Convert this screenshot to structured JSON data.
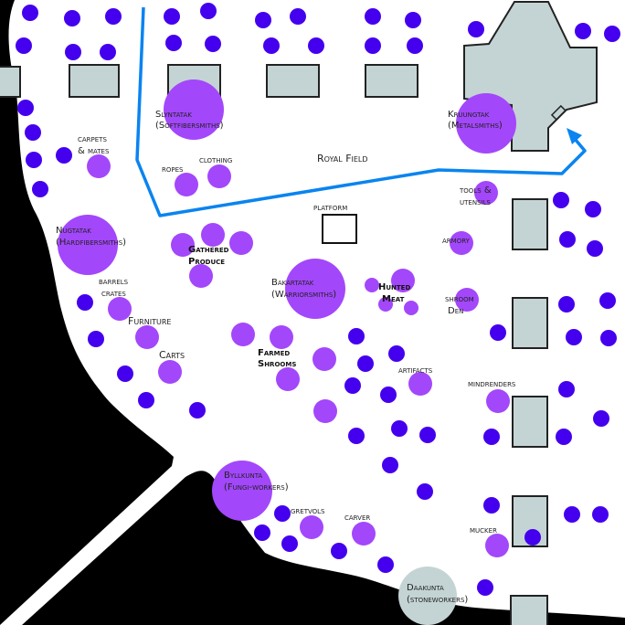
{
  "colors": {
    "terrain": "#000000",
    "ground": "#ffffff",
    "resident": "#4400ee",
    "workshop": "#a347fb",
    "building": "#c4d4d4",
    "stone": "#c4d4d4",
    "route": "#0a84f0"
  },
  "labels": {
    "slyntatak": [
      "Slyntatak",
      "(Softfibersmiths)"
    ],
    "kruungtak": [
      "Kruungtak",
      "(Metalsmiths)"
    ],
    "carpets": [
      "carpets",
      "& mates"
    ],
    "ropes": "ropes",
    "clothing": "clothing",
    "royal_field": "Royal Field",
    "platform": "platform",
    "tools": [
      "tools &",
      "utensils"
    ],
    "nugtatak": [
      "Nugtatak",
      "(Hardfibersmiths)"
    ],
    "gathered": [
      "Gathered",
      "Produce"
    ],
    "bakartatak": [
      "Bakartatak",
      "(Warriorsmiths)"
    ],
    "hunted": [
      "Hunted",
      "Meat"
    ],
    "armory": "armory",
    "shroom_den": [
      "shroom",
      "Den"
    ],
    "barrels": [
      "barrels",
      "crates"
    ],
    "furniture": "Furniture",
    "carts": "Carts",
    "farmed": [
      "Farmed",
      "Shrooms"
    ],
    "artifacts": "artifacts",
    "mindrenders": "mindrenders",
    "byllkunta": [
      "Byllkunta",
      "(Fungi-workers)"
    ],
    "gretvols": "gretvols",
    "carver": "carver",
    "mucker": "mucker",
    "daakunta": [
      "Daakunta",
      "(stoneworkers)"
    ]
  }
}
